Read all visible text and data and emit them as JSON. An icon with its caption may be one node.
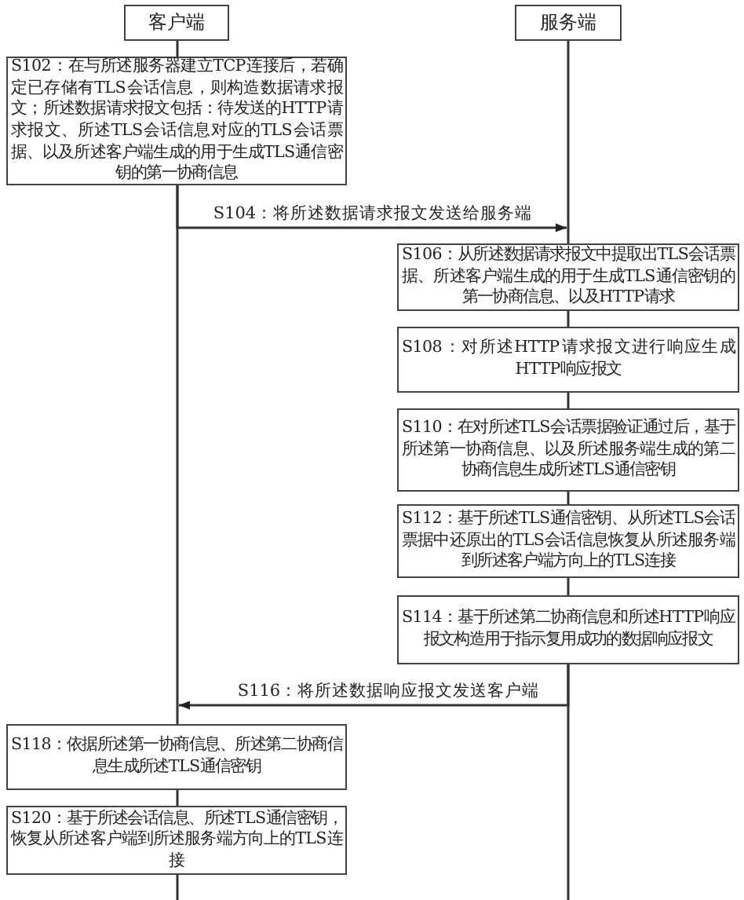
{
  "diagram": {
    "nodes": [
      {
        "text": [
          "客户端"
        ]
      },
      {
        "text": [
          "服务端"
        ]
      },
      {
        "text": [
          "S102：在与所述服务器建立TCP连接后，若确定已存储有TLS会话信息，则构造数据请求报文；所述数据请求报文包括：待发送的HTTP请求报文、所述TLS会话信息对应的TLS会话票据、以及所述客户端生成的用于生成TLS通信密钥的第一协商信息"
        ]
      },
      {
        "text": [
          "S106：从所述数据请求报文中提取出TLS会话票据、所述客户端生成的用于生成TLS通信密钥的第一协商信息、以及HTTP请求"
        ]
      },
      {
        "text": [
          "S108：对所述HTTP请求报文进行响应生成HTTP响应报文"
        ]
      },
      {
        "text": [
          "S110：在对所述TLS会话票据验证通过后，基于所述第一协商信息、以及所述服务端生成的第二协商信息生成所述TLS通信密钥"
        ]
      },
      {
        "text": [
          "S112：基于所述TLS通信密钥、从所述TLS会话票据中还原出的TLS会话信息恢复从所述服务端到所述客户端方向上的TLS连接"
        ]
      },
      {
        "text": [
          "S114：基于所述第二协商信息和所述HTTP响应报文构造用于指示复用成功的数据响应报文"
        ]
      },
      {
        "text": [
          "S118：依据所述第一协商信息、所述第二协商信息生成所述TLS通信密钥"
        ]
      },
      {
        "text": [
          "S120：基于所述会话信息、所述TLS通信密钥，恢复从所述客户端到所述服务端方向上的TLS连接"
        ]
      }
    ],
    "edges": [
      {
        "from": 0,
        "to": 2,
        "arrow": "none"
      },
      {
        "from": 2,
        "to": 8,
        "arrow": "none"
      },
      {
        "from": 8,
        "to": 9,
        "arrow": "none"
      },
      {
        "from": 9,
        "to": null,
        "arrow": "none"
      },
      {
        "from": 1,
        "to": 3,
        "arrow": "none"
      },
      {
        "from": 3,
        "to": 4,
        "arrow": "none"
      },
      {
        "from": 4,
        "to": 5,
        "arrow": "none"
      },
      {
        "from": 5,
        "to": 6,
        "arrow": "none"
      },
      {
        "from": 6,
        "to": 7,
        "arrow": "none"
      },
      {
        "from": 7,
        "to": null,
        "arrow": "none"
      },
      {
        "from": 2,
        "to": 3,
        "arrow": "to",
        "label": "S104：将所述数据请求报文发送给服务端"
      },
      {
        "from": 7,
        "to": 8,
        "arrow": "to",
        "label": "S116：将所述数据响应报文发送客户端"
      }
    ]
  }
}
